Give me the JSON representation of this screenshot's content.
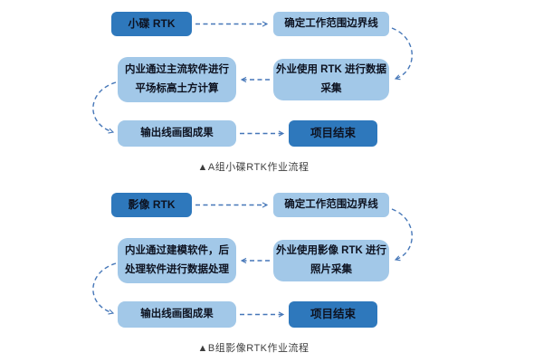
{
  "colors": {
    "dark_box": "#2E78BC",
    "light_box": "#A2C8E8",
    "connector": "#4677B8",
    "box_text": "#0D1220",
    "caption_text": "#3D3D3D",
    "background": "#FFFFFF"
  },
  "flowcharts": [
    {
      "caption": "▲A组小碟RTK作业流程",
      "nodes": {
        "start": "小碟 RTK",
        "define_scope": "确定工作范围边界线",
        "field_collect": "外业使用 RTK 进行数据\n采集",
        "office_process": "内业通过主流软件进行\n平场标高土方计算",
        "output": "输出线画图成果",
        "end": "项目结束"
      }
    },
    {
      "caption": "▲B组影像RTK作业流程",
      "nodes": {
        "start": "影像 RTK",
        "define_scope": "确定工作范围边界线",
        "field_collect": "外业使用影像 RTK 进行\n照片采集",
        "office_process": "内业通过建模软件，后\n处理软件进行数据处理",
        "output": "输出线画图成果",
        "end": "项目结束"
      }
    }
  ]
}
